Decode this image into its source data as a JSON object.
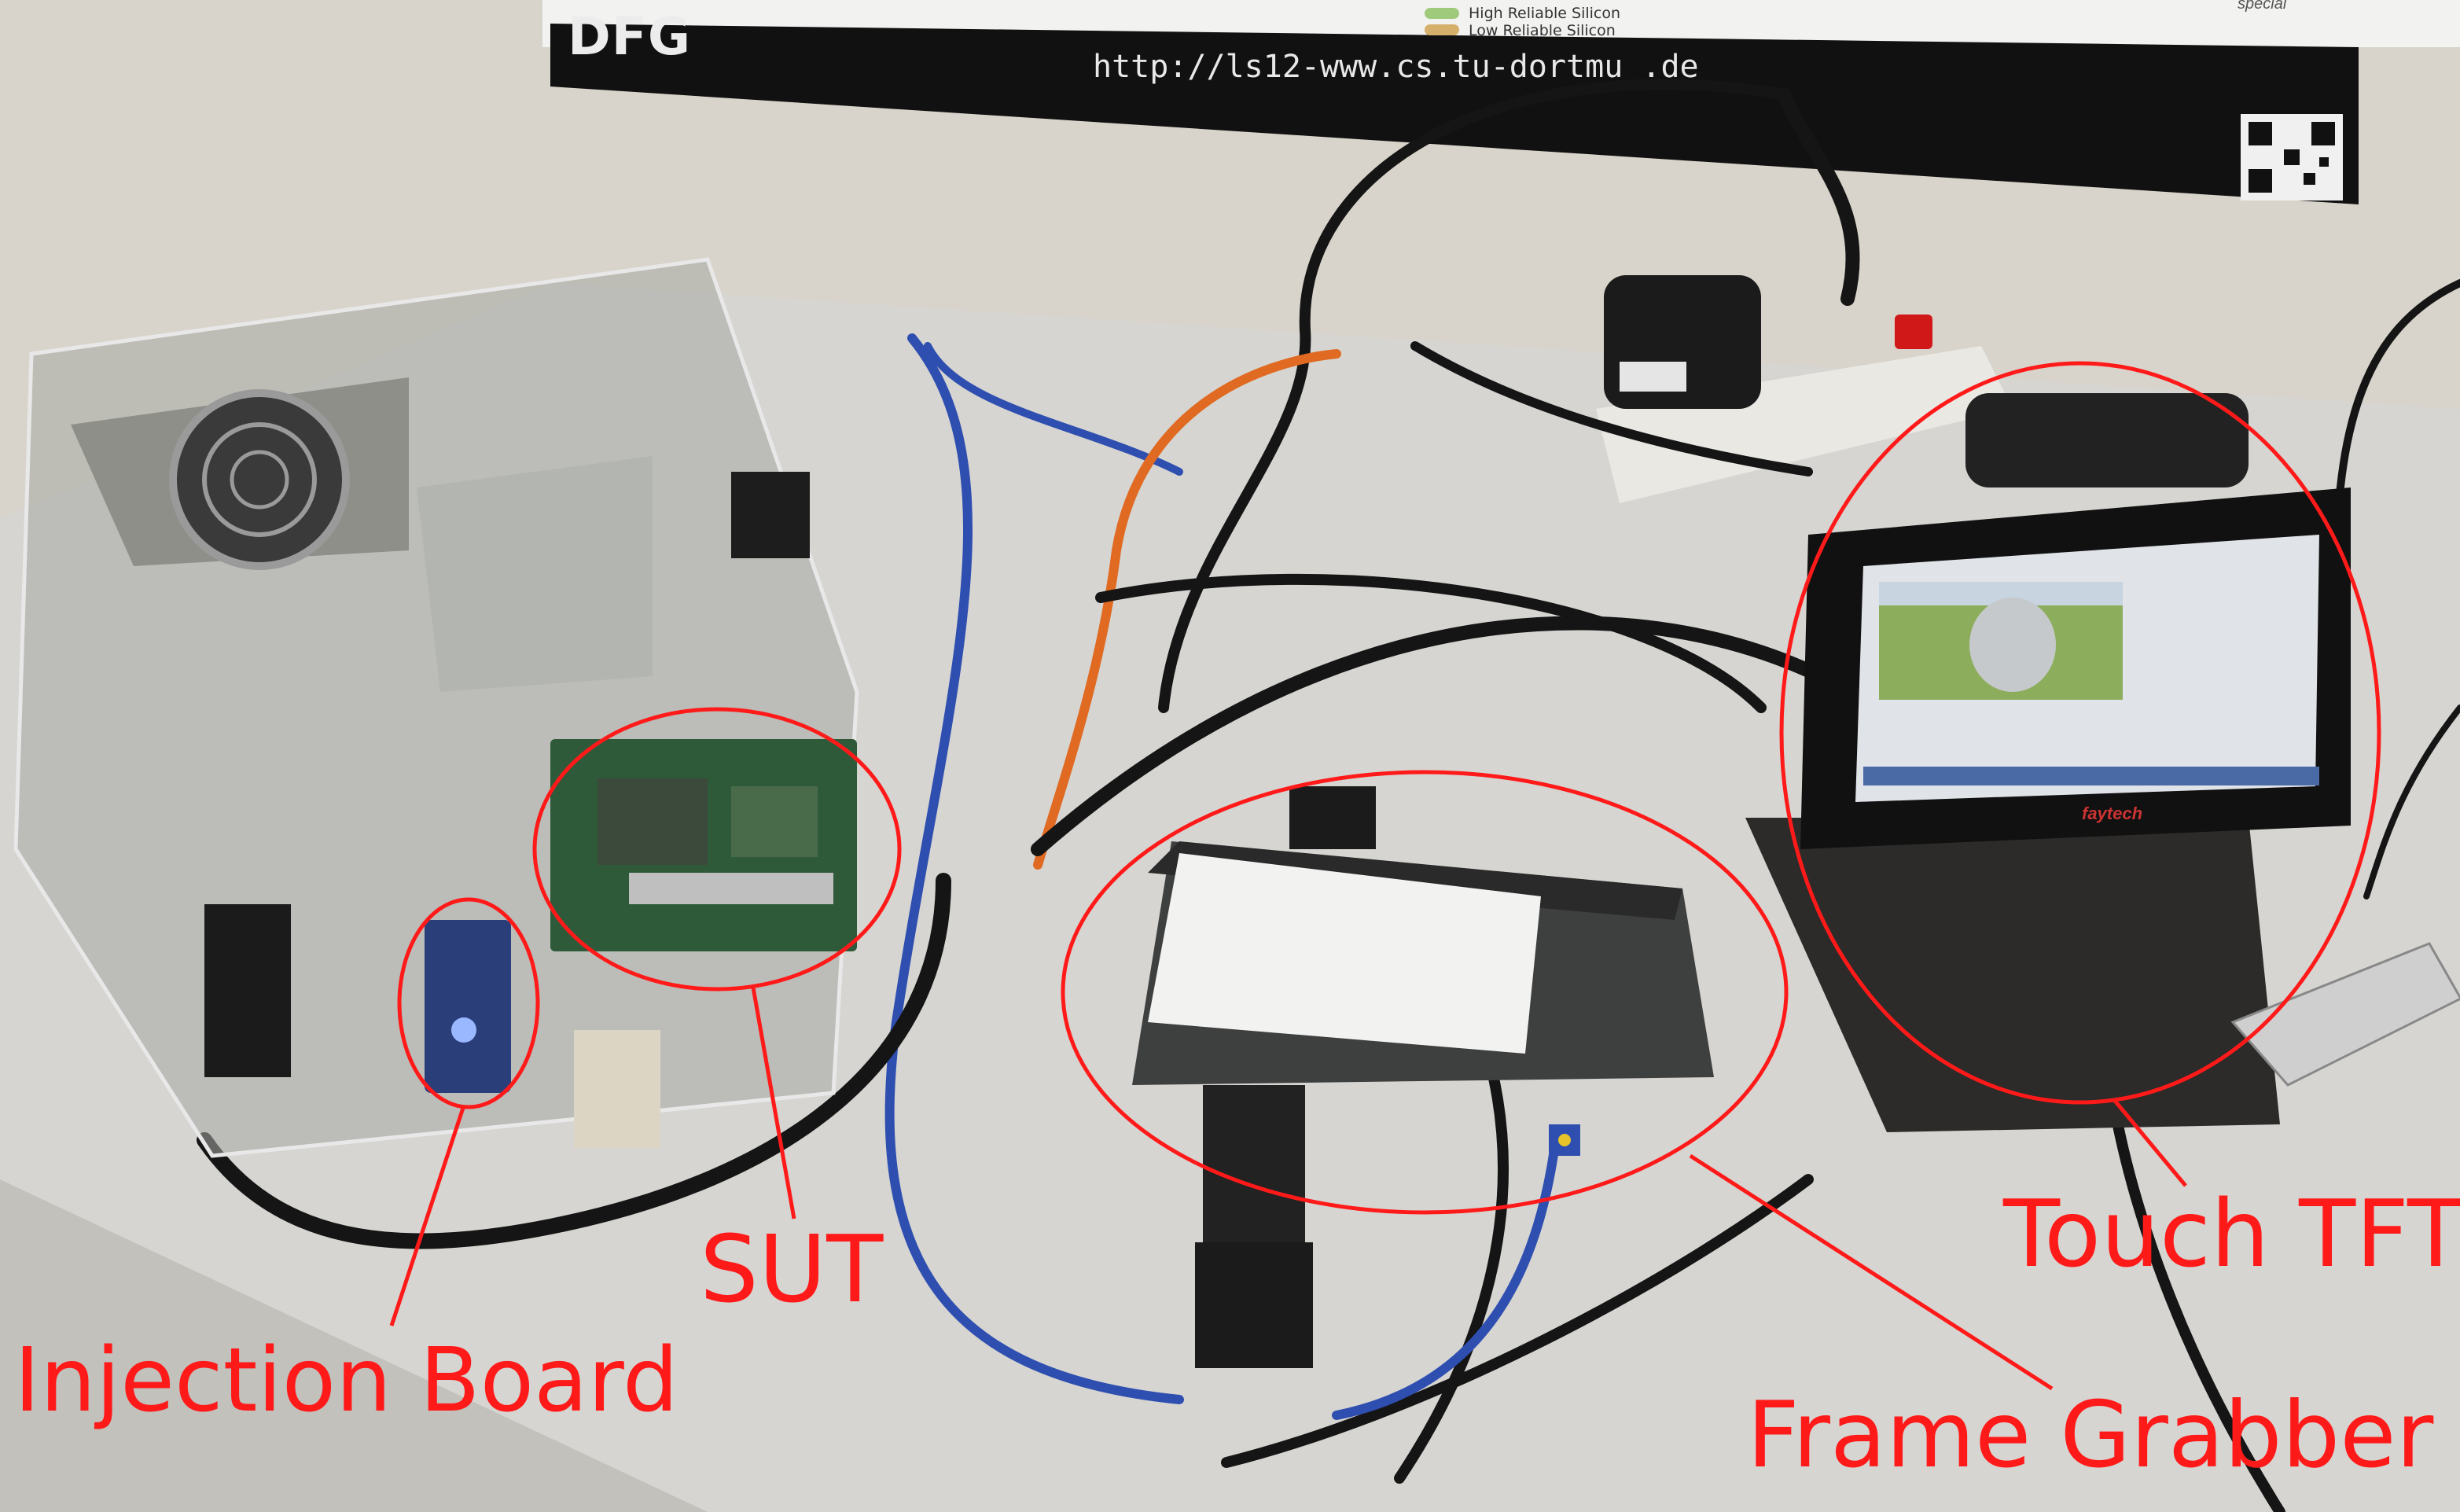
{
  "photo": {
    "annotations": [
      {
        "name": "sut",
        "label": "SUT"
      },
      {
        "name": "injection-board",
        "label": "Injection Board"
      },
      {
        "name": "touch-tft",
        "label": "Touch TFT"
      },
      {
        "name": "frame-grabber",
        "label": "Frame Grabber"
      }
    ],
    "banner": {
      "logo": "DFG",
      "url": "http://ls12-www.cs.tu-dortmu  .de",
      "legend": [
        "High Reliable Silicon",
        "Low Reliable Silicon"
      ],
      "corner_text": "special"
    },
    "monitor_brand": "faytech"
  },
  "colors": {
    "annotation": "#ff1a1a",
    "wall": "#d9d4cb",
    "desk": "#d6d5d1",
    "cable": "#151515",
    "ethernet_blue": "#2f4fb0",
    "orange_cable": "#e06a22"
  }
}
